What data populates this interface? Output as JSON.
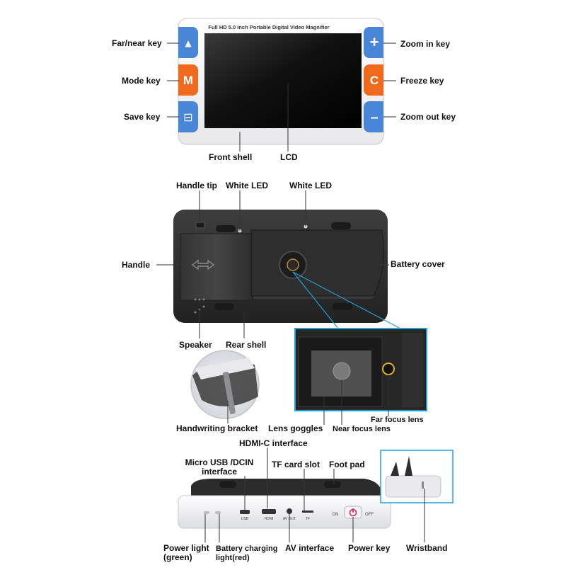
{
  "section_front": {
    "device_text": "Full HD 5.0 Inch Portable Digital Video Magnifier",
    "labels": {
      "far_near_key": "Far/near key",
      "mode_key": "Mode key",
      "save_key": "Save key",
      "zoom_in_key": "Zoom in key",
      "freeze_key": "Freeze key",
      "zoom_out_key": "Zoom out key",
      "front_shell": "Front shell",
      "lcd": "LCD"
    },
    "key_glyphs": {
      "far_near": "▲",
      "mode": "M",
      "save": "⊟",
      "zoom_in": "+",
      "freeze": "C",
      "zoom_out": "–"
    }
  },
  "section_rear": {
    "labels": {
      "handle_tip": "Handle tip",
      "white_led_1": "White LED",
      "white_led_2": "White LED",
      "handle": "Handle",
      "battery_cover": "Battery cover",
      "speaker": "Speaker",
      "rear_shell": "Rear shell",
      "handwriting_bracket": "Handwriting bracket",
      "lens_goggles": "Lens goggles",
      "near_focus_lens": "Near focus lens",
      "far_focus_lens": "Far focus lens"
    }
  },
  "section_side": {
    "labels": {
      "hdmi_c_interface": "HDMI-C interface",
      "micro_usb_line1": "Micro USB /DCIN",
      "micro_usb_line2": "interface",
      "tf_card_slot": "TF card slot",
      "foot_pad": "Foot pad",
      "power_light_line1": "Power light",
      "power_light_line2": "(green)",
      "battery_charging_line1": "Battery charging",
      "battery_charging_line2": "light(red)",
      "av_interface": "AV interface",
      "power_key": "Power key",
      "wristband": "Wristband"
    },
    "port_labels": {
      "usb": "USB",
      "hdmi": "HDMI",
      "av_out": "AV OUT",
      "tf": "TF",
      "on": "ON",
      "off": "OFF"
    }
  },
  "colors": {
    "blue_key": "#4a86d8",
    "orange_key": "#f06a1e",
    "device_black": "#2b2b2b",
    "inset_border": "#1fa3d6",
    "focus_ring": "#e3b020",
    "power_red": "#e0285a"
  }
}
